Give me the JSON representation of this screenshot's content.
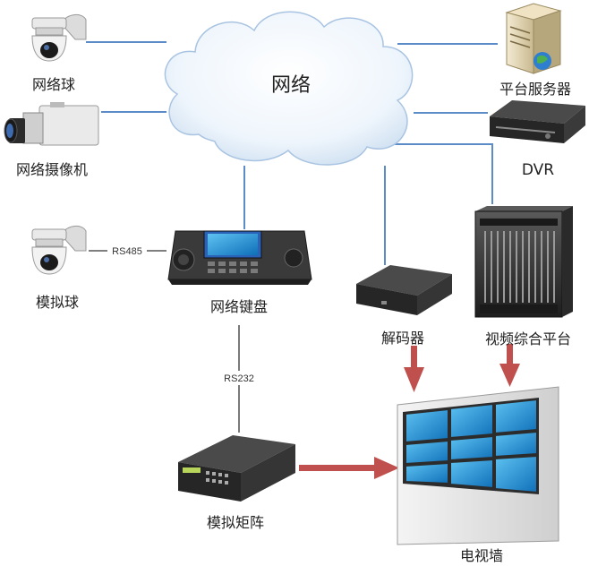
{
  "diagram": {
    "cloud_label": "网络",
    "nodes": {
      "network_dome": "网络球",
      "network_camera": "网络摄像机",
      "platform_server": "平台服务器",
      "dvr": "DVR",
      "analog_dome": "模拟球",
      "network_keyboard": "网络键盘",
      "decoder": "解码器",
      "video_platform": "视频综合平台",
      "analog_matrix": "模拟矩阵",
      "video_wall": "电视墙"
    },
    "links": {
      "rs485": "RS485",
      "rs232": "RS232"
    },
    "colors": {
      "network_line": "#5b8cc8",
      "serial_line": "#333333",
      "video_arrow": "#c0504d",
      "cloud_fill": "#e8f2fb",
      "screen_blue": "#1e88d0"
    }
  }
}
